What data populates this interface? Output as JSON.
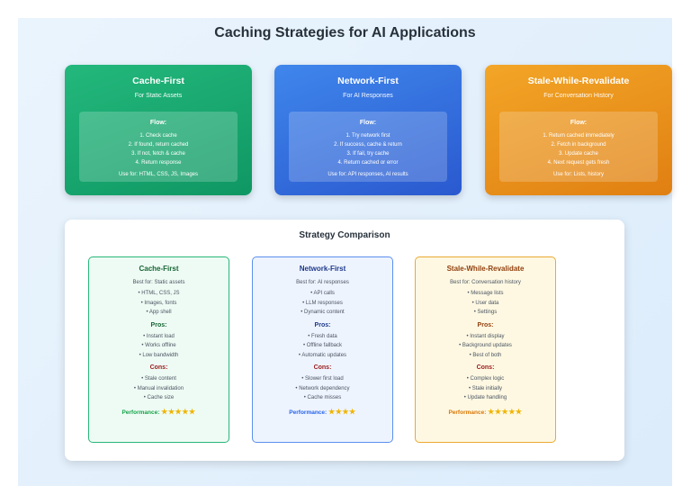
{
  "title": "Caching Strategies for AI Applications",
  "strategies": [
    {
      "name": "Cache-First",
      "subtitle": "For Static Assets",
      "flow_title": "Flow:",
      "steps": [
        "1. Check cache",
        "2. If found, return cached",
        "3. If not, fetch & cache",
        "4. Return response"
      ],
      "use_for": "Use for: HTML, CSS, JS, Images"
    },
    {
      "name": "Network-First",
      "subtitle": "For AI Responses",
      "flow_title": "Flow:",
      "steps": [
        "1. Try network first",
        "2. If success, cache & return",
        "3. If fail, try cache",
        "4. Return cached or error"
      ],
      "use_for": "Use for: API responses, AI results"
    },
    {
      "name": "Stale-While-Revalidate",
      "subtitle": "For Conversation History",
      "flow_title": "Flow:",
      "steps": [
        "1. Return cached immediately",
        "2. Fetch in background",
        "3. Update cache",
        "4. Next request gets fresh"
      ],
      "use_for": "Use for: Lists, history"
    }
  ],
  "comparison": {
    "title": "Strategy Comparison",
    "cards": [
      {
        "name": "Cache-First",
        "best_for": "Best for: Static assets",
        "items": [
          "• HTML, CSS, JS",
          "• Images, fonts",
          "• App shell"
        ],
        "pros_label": "Pros:",
        "pros": [
          "• Instant load",
          "• Works offline",
          "• Low bandwidth"
        ],
        "cons_label": "Cons:",
        "cons": [
          "• Stale content",
          "• Manual invalidation",
          "• Cache size"
        ],
        "performance_label": "Performance:",
        "stars": "★★★★★"
      },
      {
        "name": "Network-First",
        "best_for": "Best for: AI responses",
        "items": [
          "• API calls",
          "• LLM responses",
          "• Dynamic content"
        ],
        "pros_label": "Pros:",
        "pros": [
          "• Fresh data",
          "• Offline fallback",
          "• Automatic updates"
        ],
        "cons_label": "Cons:",
        "cons": [
          "• Slower first load",
          "• Network dependency",
          "• Cache misses"
        ],
        "performance_label": "Performance:",
        "stars": "★★★★"
      },
      {
        "name": "Stale-While-Revalidate",
        "best_for": "Best for: Conversation history",
        "items": [
          "• Message lists",
          "• User data",
          "• Settings"
        ],
        "pros_label": "Pros:",
        "pros": [
          "• Instant display",
          "• Background updates",
          "• Best of both"
        ],
        "cons_label": "Cons:",
        "cons": [
          "• Complex logic",
          "• Stale initially",
          "• Update handling"
        ],
        "performance_label": "Performance:",
        "stars": "★★★★★"
      }
    ]
  }
}
